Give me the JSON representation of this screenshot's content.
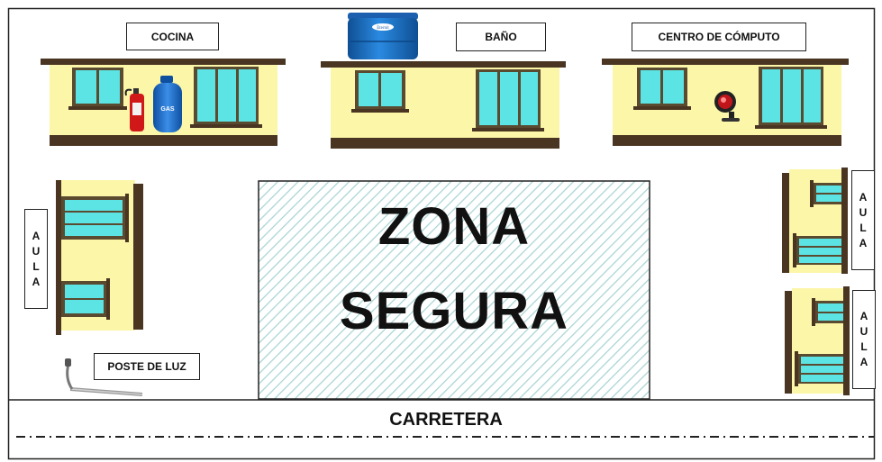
{
  "buildings": {
    "kitchen": "COCINA",
    "bathroom": "BAÑO",
    "computer_center": "CENTRO DE CÓMPUTO"
  },
  "classroom_letters": [
    "A",
    "U",
    "L",
    "A"
  ],
  "safe_zone": {
    "line1": "ZONA",
    "line2": "SEGURA"
  },
  "light_pole": "POSTE DE LUZ",
  "road": "CARRETERA",
  "water_tank_brand": "Eternit",
  "gas_tank_text": "GAS",
  "colors": {
    "wall": "#fbf6a8",
    "roof": "#4a3522",
    "window_glass": "#5ce3e3",
    "window_frame": "#5a4a30",
    "tank": "#1b73c9",
    "hatch": "#a9d4d4"
  }
}
